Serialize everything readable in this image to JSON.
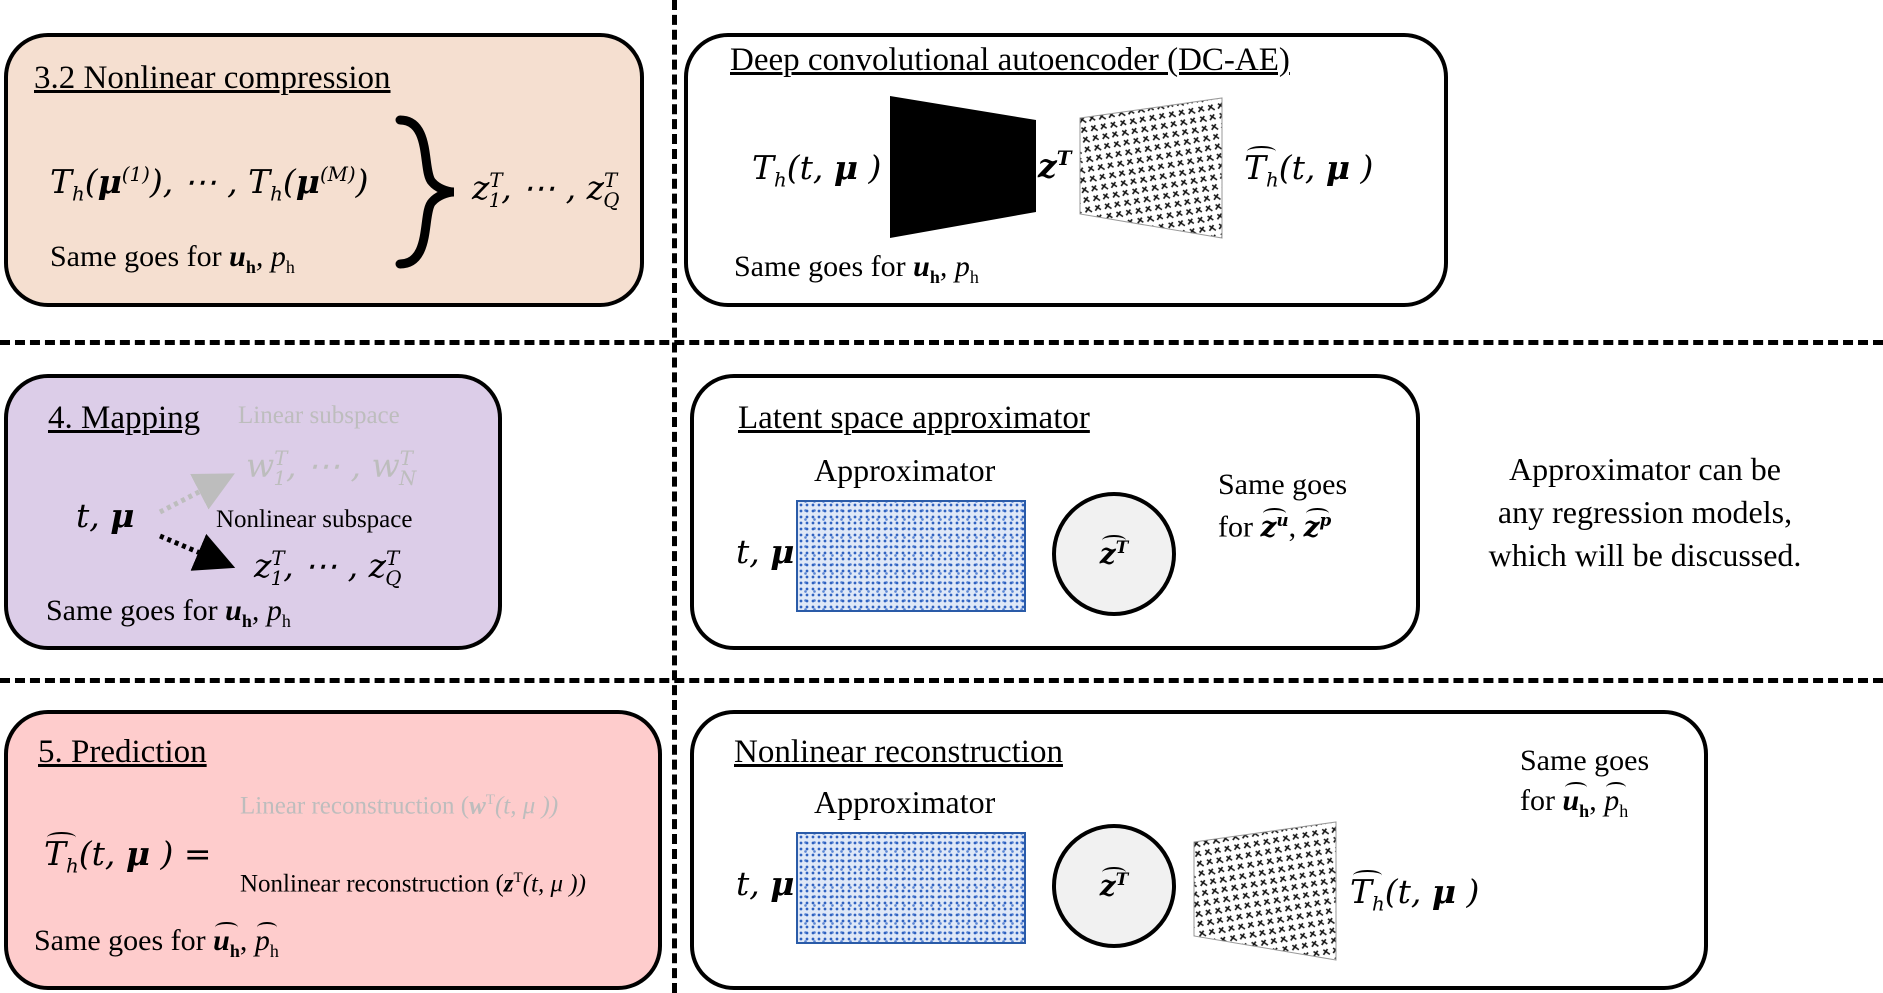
{
  "row1": {
    "left": {
      "title": "3.2 Nonlinear compression",
      "snapshots_T": "T",
      "snapshots_h": "h",
      "mu": "μ",
      "sup1": "(1)",
      "ellipsis": "), ⋯ , ",
      "supM": "(M)",
      "close": ")",
      "z_list": "z",
      "z_mid": ", ⋯ , z",
      "sub1": "1",
      "subQ": "Q",
      "supT": "T",
      "same_goes_prefix": "Same goes for ",
      "u_h": "u",
      "h": "h",
      "p_h": ", p"
    },
    "right": {
      "title": "Deep convolutional autoencoder (DC-AE)",
      "input": "T",
      "input_args": "(t, ",
      "mu": "μ",
      "close": " )",
      "latent": "z",
      "supT": "T",
      "output": "T",
      "same_goes_prefix": "Same goes for ",
      "u_h": "u",
      "h": "h",
      "p_h": ", p"
    }
  },
  "row2": {
    "left": {
      "title": "4. Mapping",
      "linear_label": "Linear subspace",
      "w_list": "w",
      "w_mid": ", ⋯ , w",
      "subN": "N",
      "nonlinear_label": "Nonlinear subspace",
      "inputs": "t, ",
      "mu": "μ",
      "z_list": "z",
      "z_mid": ", ⋯ , z",
      "sub1": "1",
      "subQ": "Q",
      "supT": "T",
      "same_goes_prefix": "Same goes for ",
      "u_h": "u",
      "h": "h",
      "p_h": ", p"
    },
    "right": {
      "title": "Latent space approximator",
      "approximator_label": "Approximator",
      "inputs": "t, ",
      "mu": "μ",
      "latent": "z",
      "supT": "T",
      "same_goes_line1": "Same goes",
      "same_goes_for": "for ",
      "zu": "z",
      "supu": "u",
      "comma": ", ",
      "zp": "z",
      "supp": "p"
    },
    "note": [
      "Approximator can be",
      "any regression models,",
      "which will be discussed."
    ]
  },
  "row3": {
    "left": {
      "title": "5. Prediction",
      "lhs_T": "T",
      "lhs_h": "h",
      "lhs_args": "(t, ",
      "mu": "μ",
      "lhs_close": " ) =",
      "linear_reconstruction": "Linear reconstruction (",
      "linear_w": "w",
      "linear_args": "(t, μ ))",
      "nonlinear_reconstruction": "Nonlinear reconstruction (",
      "nonlinear_z": "z",
      "nonlinear_args": "(t, μ ))",
      "supT": "T",
      "same_goes_prefix": "Same goes for ",
      "u_h": "u",
      "h": "h",
      "comma": ", ",
      "p_h": "p"
    },
    "right": {
      "title": "Nonlinear reconstruction",
      "approximator_label": "Approximator",
      "inputs": "t, ",
      "mu": "μ",
      "latent": "z",
      "supT": "T",
      "output": "T",
      "output_h": "h",
      "output_args": "(t, ",
      "output_close": " )",
      "same_goes_line1": "Same goes",
      "same_goes_for": "for ",
      "u": "u",
      "h": "h",
      "comma": ", ",
      "p": "p"
    }
  },
  "colors": {
    "box1_fill": "#f5dfd0",
    "box2_fill": "#dccde8",
    "box3_fill": "#fecccc",
    "gray_text": "#bdbdbd",
    "pattern_blue": "#2f62c0"
  }
}
